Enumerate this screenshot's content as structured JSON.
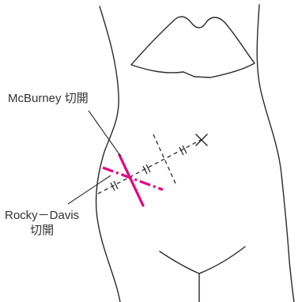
{
  "labels": {
    "mcburney": "McBurney 切開",
    "rocky_line1": "Rocky－Davis",
    "rocky_line2": "切開"
  },
  "colors": {
    "outline": "#2b2b2b",
    "guide": "#2b2b2b",
    "incision": "#e4007f",
    "text": "#333333",
    "background": "#ffffff"
  },
  "marks": {
    "umbilicus_marker": "x-mark",
    "incisions": [
      "mcburney-incision",
      "rocky-davis-incision"
    ],
    "guide_line": "monro-line"
  }
}
